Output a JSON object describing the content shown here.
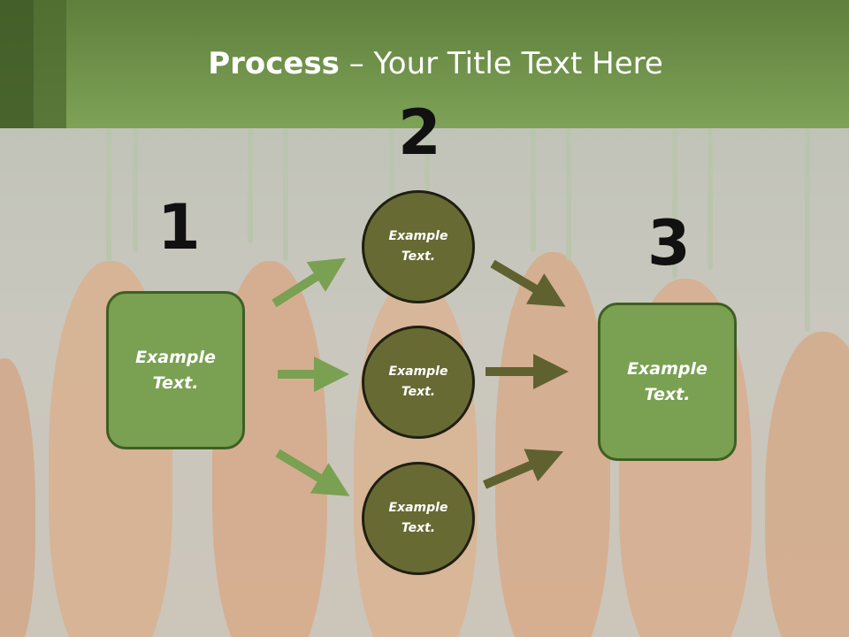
{
  "header": {
    "title_bold": "Process",
    "title_rest": " – Your Title Text Here"
  },
  "numbers": {
    "n1": "1",
    "n2": "2",
    "n3": "3"
  },
  "left_box": {
    "label": "Example\nText."
  },
  "circles": [
    {
      "label": "Example\nText."
    },
    {
      "label": "Example\nText."
    },
    {
      "label": "Example\nText."
    }
  ],
  "right_box": {
    "label": "Example\nText."
  },
  "colors": {
    "header": "#7ea257",
    "box_fill": "#7aa052",
    "circle_fill": "#686a34",
    "arrow_light": "#7aa052",
    "arrow_dark": "#5f6130"
  }
}
